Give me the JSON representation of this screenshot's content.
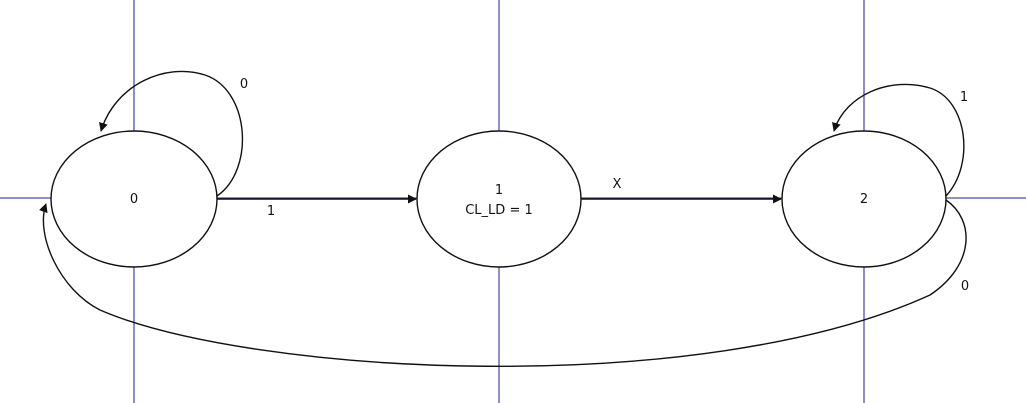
{
  "diagram": {
    "states": [
      {
        "id": "s0",
        "label": "0",
        "output": ""
      },
      {
        "id": "s1",
        "label": "1",
        "output": "CL_LD = 1"
      },
      {
        "id": "s2",
        "label": "2",
        "output": ""
      }
    ],
    "transitions": [
      {
        "id": "t00",
        "from": "0",
        "to": "0",
        "label": "0"
      },
      {
        "id": "t01",
        "from": "0",
        "to": "1",
        "label": "1"
      },
      {
        "id": "t12",
        "from": "1",
        "to": "2",
        "label": "X"
      },
      {
        "id": "t22",
        "from": "2",
        "to": "2",
        "label": "1"
      },
      {
        "id": "t20",
        "from": "2",
        "to": "0",
        "label": "0"
      }
    ],
    "colors": {
      "guide": "#1f1f8f",
      "stroke": "#111111",
      "background": "#ffffff"
    }
  }
}
